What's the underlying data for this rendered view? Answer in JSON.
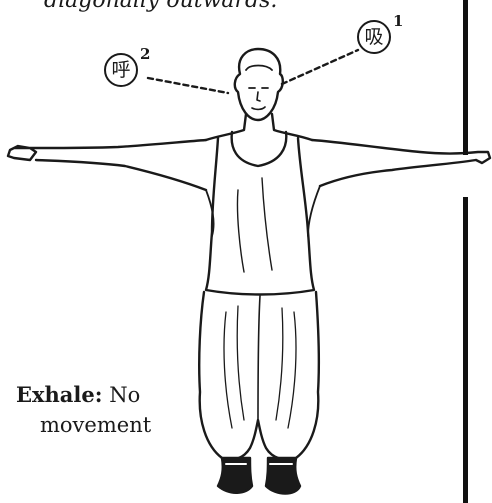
{
  "caption_top": "diagonally outwards.",
  "badges": [
    {
      "glyph": "呼",
      "number": "2"
    },
    {
      "glyph": "吸",
      "number": "1"
    }
  ],
  "exhale_note": {
    "label": "Exhale:",
    "text_line1": "No",
    "text_line2": "movement"
  }
}
